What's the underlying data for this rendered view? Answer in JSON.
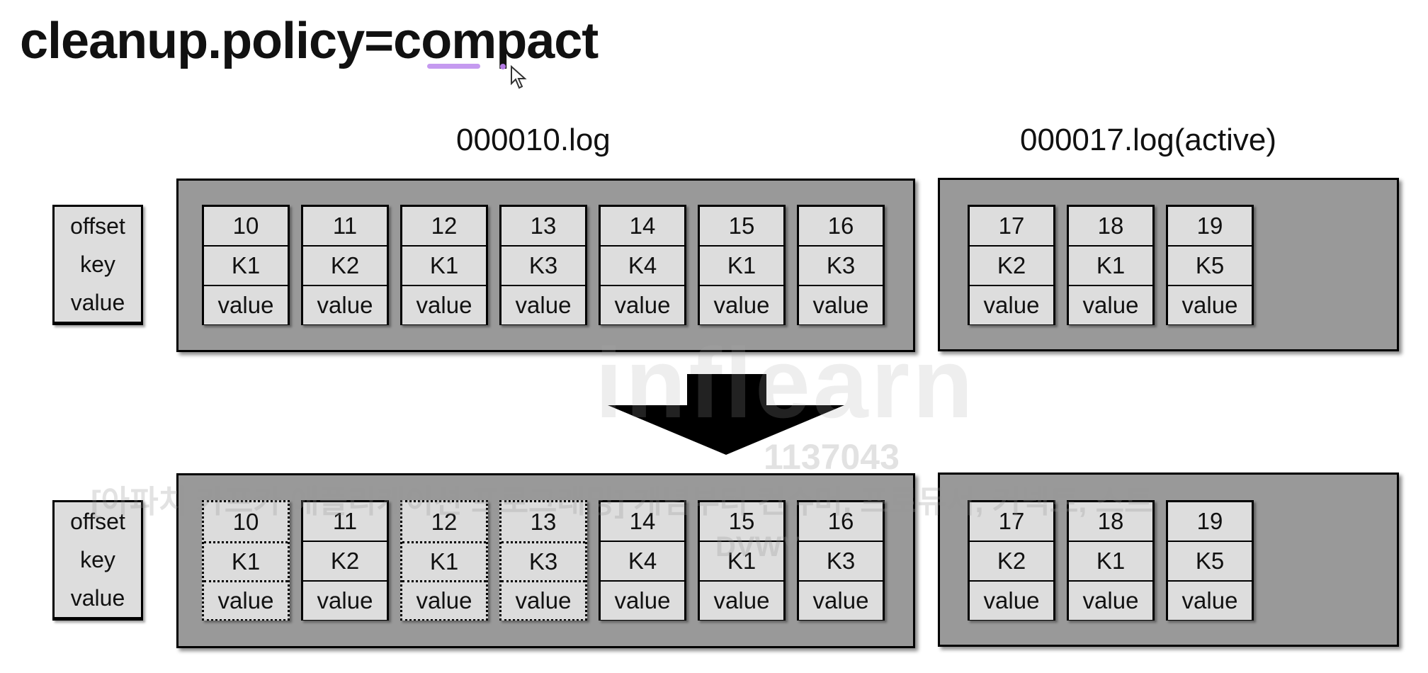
{
  "title": "cleanup.policy=compact",
  "segment_labels": {
    "old": "000010.log",
    "active": "000017.log(active)"
  },
  "legend": [
    "offset",
    "key",
    "value"
  ],
  "before": {
    "old_segment": [
      {
        "offset": "10",
        "key": "K1",
        "value": "value"
      },
      {
        "offset": "11",
        "key": "K2",
        "value": "value"
      },
      {
        "offset": "12",
        "key": "K1",
        "value": "value"
      },
      {
        "offset": "13",
        "key": "K3",
        "value": "value"
      },
      {
        "offset": "14",
        "key": "K4",
        "value": "value"
      },
      {
        "offset": "15",
        "key": "K1",
        "value": "value"
      },
      {
        "offset": "16",
        "key": "K3",
        "value": "value"
      }
    ],
    "active_segment": [
      {
        "offset": "17",
        "key": "K2",
        "value": "value"
      },
      {
        "offset": "18",
        "key": "K1",
        "value": "value"
      },
      {
        "offset": "19",
        "key": "K5",
        "value": "value"
      }
    ]
  },
  "after": {
    "old_segment": [
      {
        "offset": "10",
        "key": "K1",
        "value": "value",
        "deleted": true
      },
      {
        "offset": "11",
        "key": "K2",
        "value": "value",
        "deleted": false
      },
      {
        "offset": "12",
        "key": "K1",
        "value": "value",
        "deleted": true
      },
      {
        "offset": "13",
        "key": "K3",
        "value": "value",
        "deleted": true
      },
      {
        "offset": "14",
        "key": "K4",
        "value": "value",
        "deleted": false
      },
      {
        "offset": "15",
        "key": "K1",
        "value": "value",
        "deleted": false
      },
      {
        "offset": "16",
        "key": "K3",
        "value": "value",
        "deleted": false
      }
    ],
    "active_segment": [
      {
        "offset": "17",
        "key": "K2",
        "value": "value"
      },
      {
        "offset": "18",
        "key": "K1",
        "value": "value"
      },
      {
        "offset": "19",
        "key": "K5",
        "value": "value"
      }
    ]
  },
  "watermark": {
    "brand": "inflearn",
    "id": "1137043",
    "course": "[아파치 카프카 애플리케이션 프로그래밍] 개념부터 컨슈머, 프로듀서, 커넥트, 스트",
    "code": "DVWY"
  },
  "colors": {
    "segment_bg": "#999999",
    "cell_bg": "#dddddd",
    "highlight": "#c59af0"
  }
}
